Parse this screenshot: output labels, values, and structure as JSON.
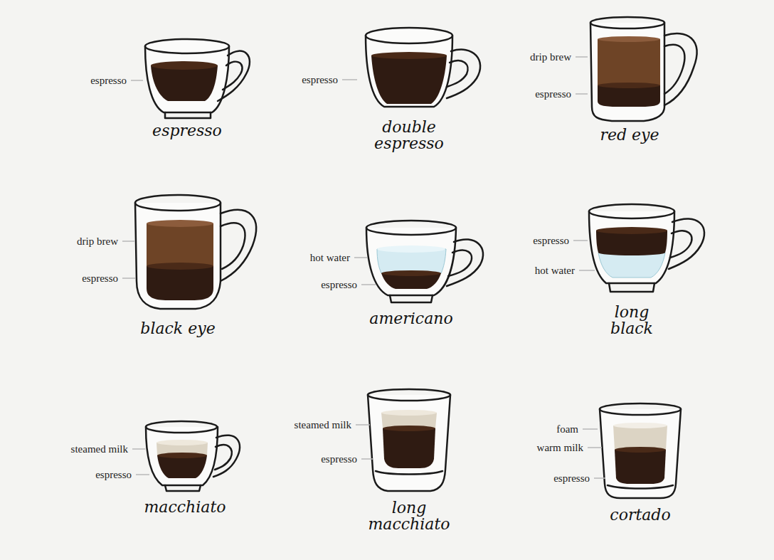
{
  "diagram": {
    "labels": [
      "espresso",
      "espresso",
      "espresso",
      "double espresso",
      "drip brew",
      "espresso",
      "red eye",
      "drip brew",
      "espresso",
      "black eye",
      "hot water",
      "espresso",
      "americano",
      "espresso",
      "hot water",
      "long black",
      "steamed milk",
      "espresso",
      "macchiato",
      "steamed milk",
      "espresso",
      "long macchiato",
      "foam",
      "warm milk",
      "espresso",
      "cortado"
    ]
  }
}
